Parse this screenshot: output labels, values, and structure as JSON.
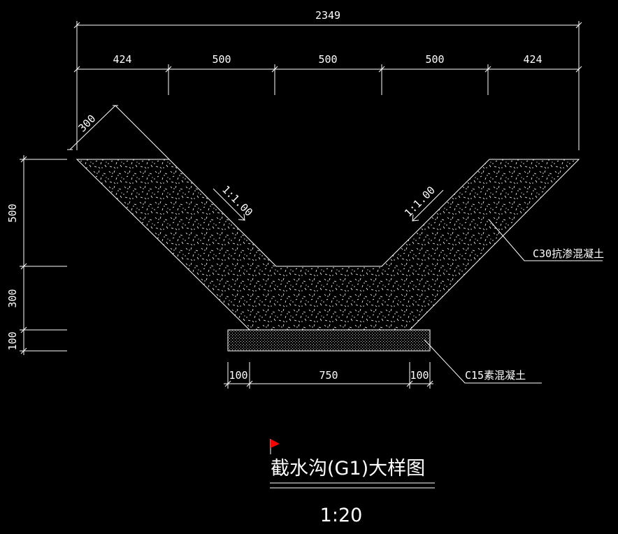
{
  "drawing": {
    "title": "截水沟(G1)大样图",
    "scale": "1:20",
    "flag_color": "#ff0000",
    "background": "#000000",
    "line_color": "#ffffff"
  },
  "dimensions": {
    "overall_width": "2349",
    "top_segments": [
      "424",
      "500",
      "500",
      "500",
      "424"
    ],
    "wall_thickness": "300",
    "slope_left": "1:1.00",
    "slope_right": "1:1.00",
    "vertical": [
      "500",
      "300",
      "100"
    ],
    "bottom_segments": [
      "100",
      "750",
      "100"
    ]
  },
  "labels": {
    "c30": "C30抗渗混凝土",
    "c15": "C15素混凝土"
  }
}
